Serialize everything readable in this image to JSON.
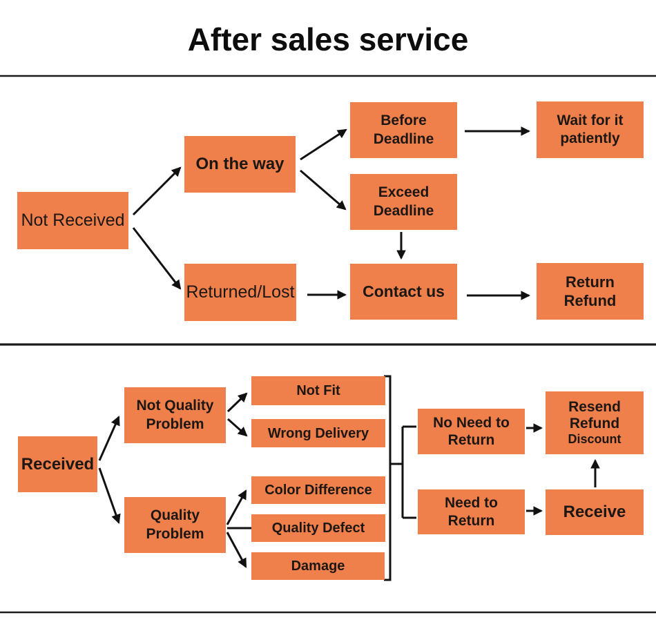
{
  "title": "After sales service",
  "colors": {
    "box_fill": "#EF7F4B",
    "line": "#111111",
    "text": "#1d1713",
    "background": "#ffffff"
  },
  "nodes": {
    "not_received": {
      "label": "Not Received"
    },
    "on_the_way": {
      "label": "On the way"
    },
    "returned_lost": {
      "label": "Returned/Lost"
    },
    "before_deadline": {
      "label": "Before\nDeadline"
    },
    "exceed_deadline": {
      "label": "Exceed\nDeadline"
    },
    "contact_us": {
      "label": "Contact us"
    },
    "wait_patiently": {
      "label": "Wait for it\npatiently"
    },
    "return_refund": {
      "label": "Return\nRefund"
    },
    "received": {
      "label": "Received"
    },
    "not_quality_problem": {
      "label": "Not Quality\nProblem"
    },
    "quality_problem": {
      "label": "Quality\nProblem"
    },
    "not_fit": {
      "label": "Not Fit"
    },
    "wrong_delivery": {
      "label": "Wrong Delivery"
    },
    "color_difference": {
      "label": "Color Difference"
    },
    "quality_defect": {
      "label": "Quality Defect"
    },
    "damage": {
      "label": "Damage"
    },
    "no_need_return": {
      "label": "No Need to\nReturn"
    },
    "need_return": {
      "label": "Need to\nReturn"
    },
    "resend_refund_discount": {
      "label": "Resend\nRefund",
      "sub": "Discount"
    },
    "receive": {
      "label": "Receive"
    }
  }
}
